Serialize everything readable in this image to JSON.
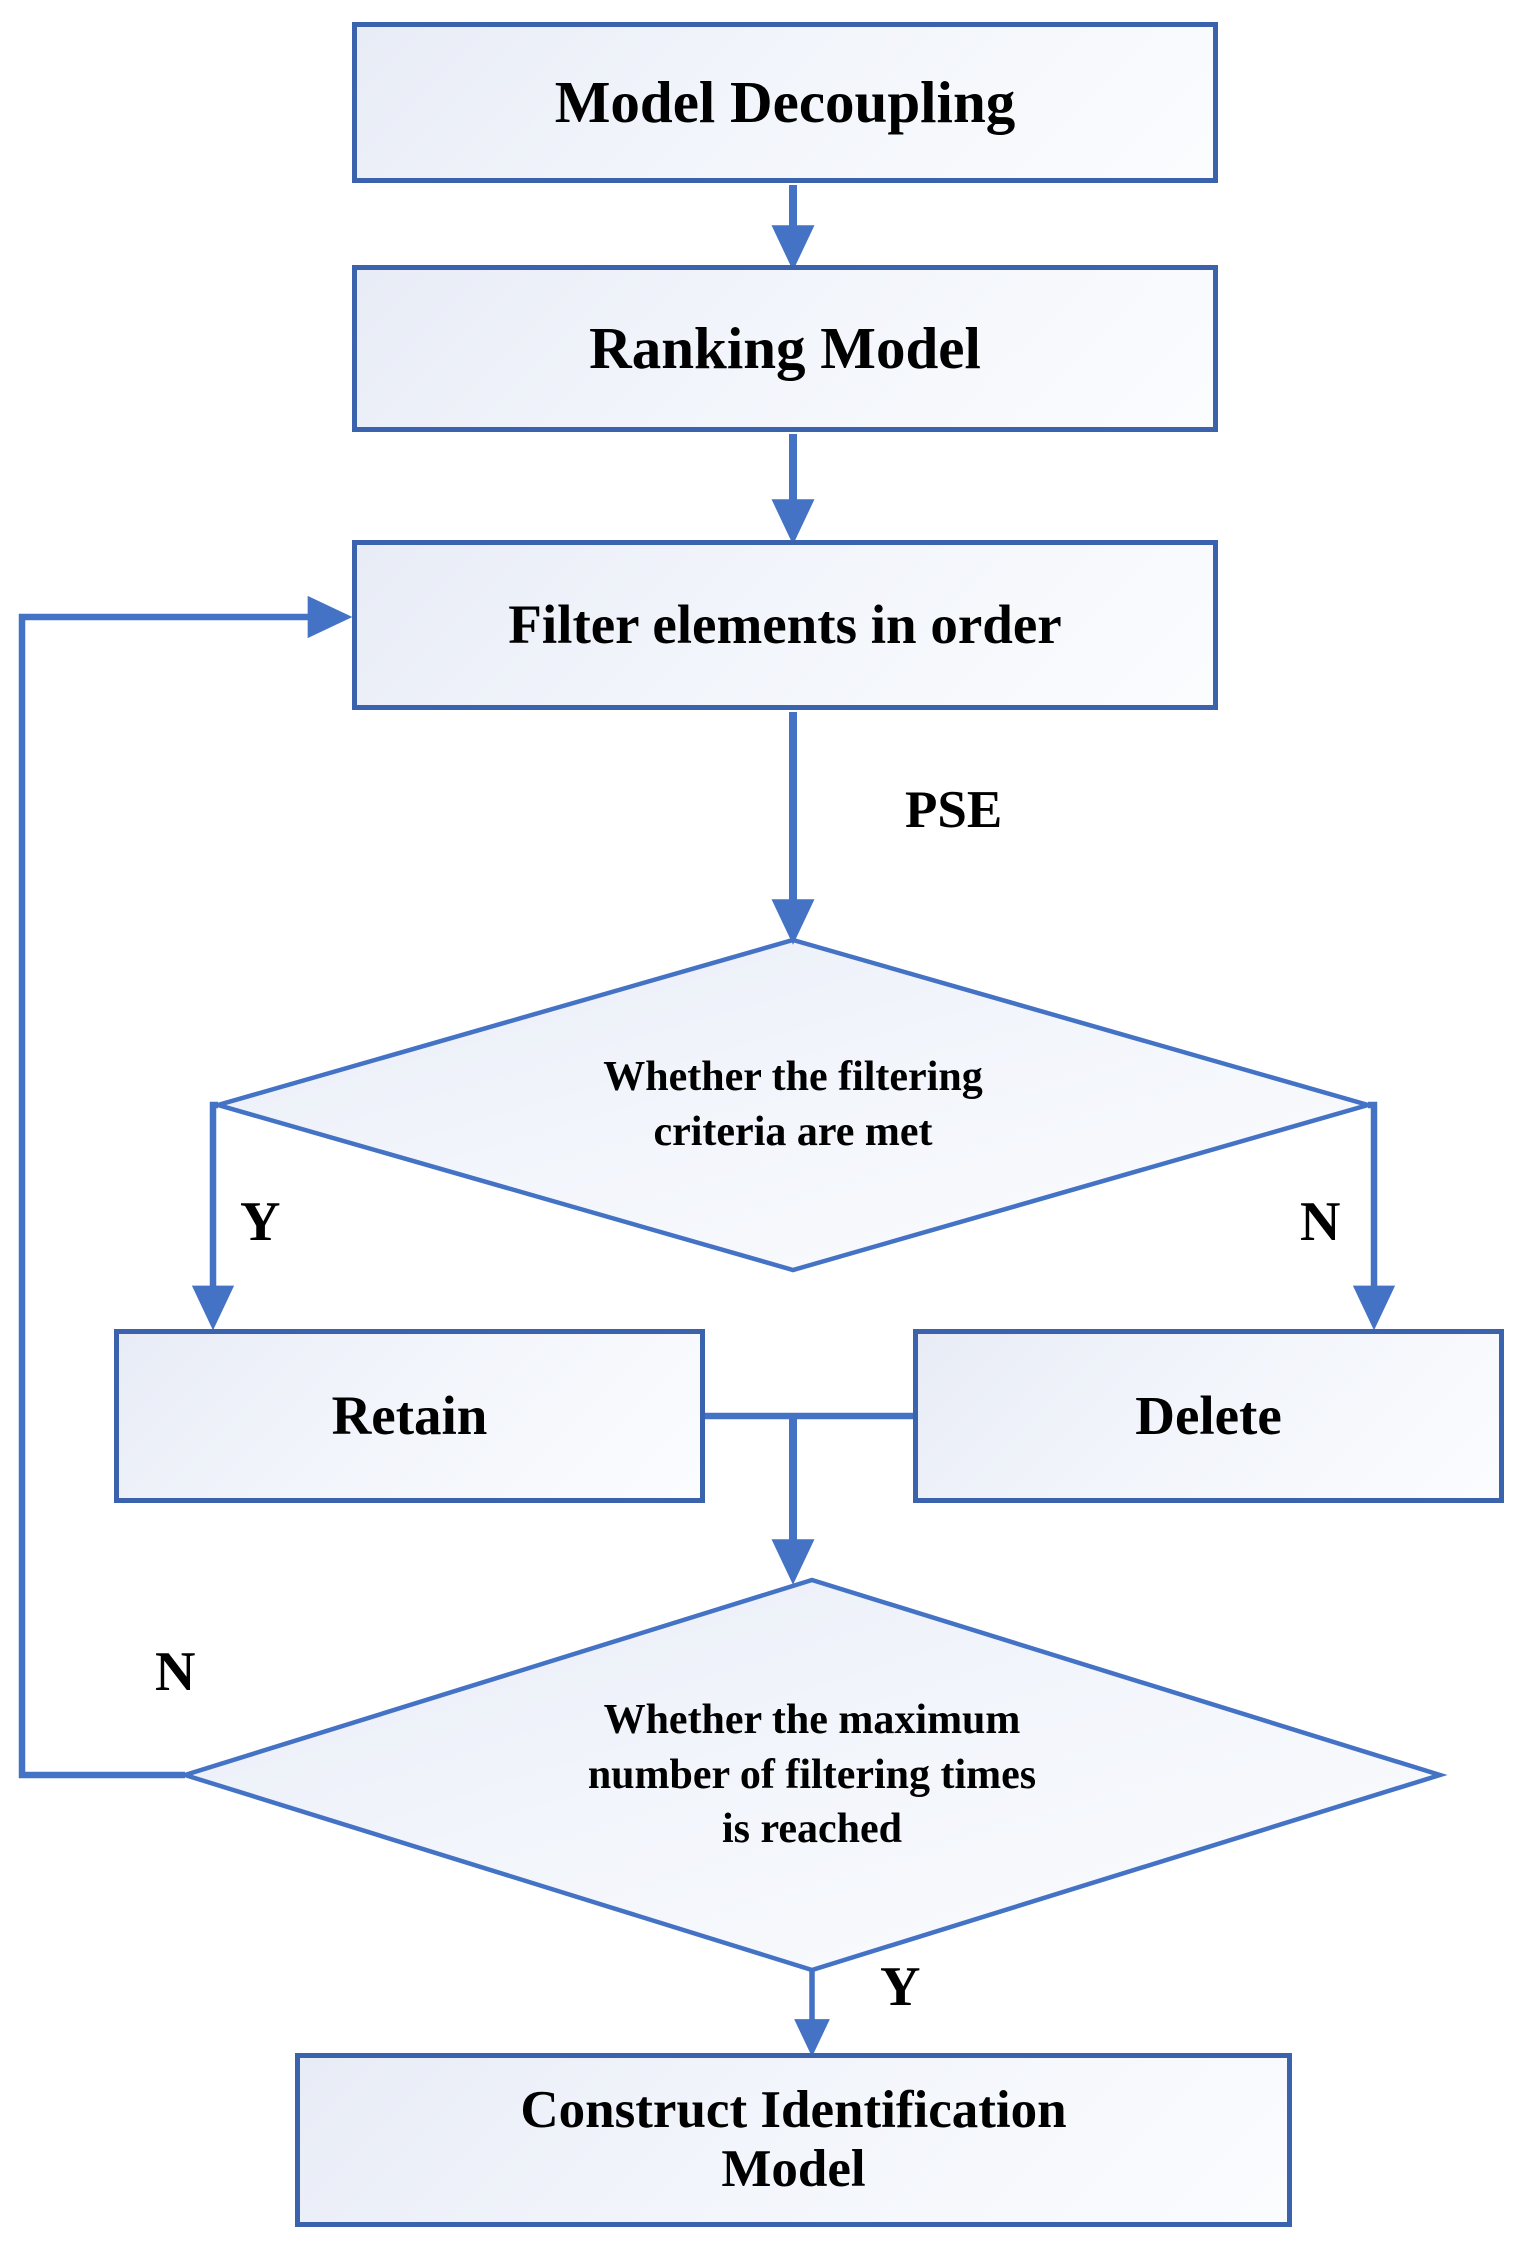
{
  "diagram": {
    "type": "flowchart",
    "title": "Model decoupling and element filtering flowchart",
    "colors": {
      "stroke": "#3b62ac",
      "node_fill_light": "#fbfcfe",
      "node_fill_dark": "#e8ecf6",
      "text": "#000000",
      "background": "#ffffff"
    }
  },
  "nodes": {
    "model_decoupling": {
      "label": "Model Decoupling",
      "shape": "process"
    },
    "ranking_model": {
      "label": "Ranking Model",
      "shape": "process"
    },
    "filter_elements": {
      "label": "Filter elements in order",
      "shape": "process"
    },
    "criteria_decision": {
      "label_line1": "Whether the filtering",
      "label_line2": "criteria are met",
      "shape": "decision"
    },
    "retain": {
      "label": "Retain",
      "shape": "process"
    },
    "delete": {
      "label": "Delete",
      "shape": "process"
    },
    "max_times_decision": {
      "label_line1": "Whether the maximum",
      "label_line2": "number of filtering times",
      "label_line3": "is reached",
      "shape": "decision"
    },
    "construct_model": {
      "label_line1": "Construct Identification",
      "label_line2": "Model",
      "shape": "process"
    }
  },
  "edge_labels": {
    "pse": "PSE",
    "criteria_yes": "Y",
    "criteria_no": "N",
    "max_times_no": "N",
    "max_times_yes": "Y"
  },
  "edges": [
    {
      "from": "model_decoupling",
      "to": "ranking_model",
      "label": ""
    },
    {
      "from": "ranking_model",
      "to": "filter_elements",
      "label": ""
    },
    {
      "from": "filter_elements",
      "to": "criteria_decision",
      "label": "PSE"
    },
    {
      "from": "criteria_decision",
      "to": "retain",
      "label": "Y"
    },
    {
      "from": "criteria_decision",
      "to": "delete",
      "label": "N"
    },
    {
      "from": "retain",
      "to": "max_times_decision",
      "label": ""
    },
    {
      "from": "delete",
      "to": "max_times_decision",
      "label": ""
    },
    {
      "from": "max_times_decision",
      "to": "filter_elements",
      "label": "N"
    },
    {
      "from": "max_times_decision",
      "to": "construct_model",
      "label": "Y"
    }
  ]
}
